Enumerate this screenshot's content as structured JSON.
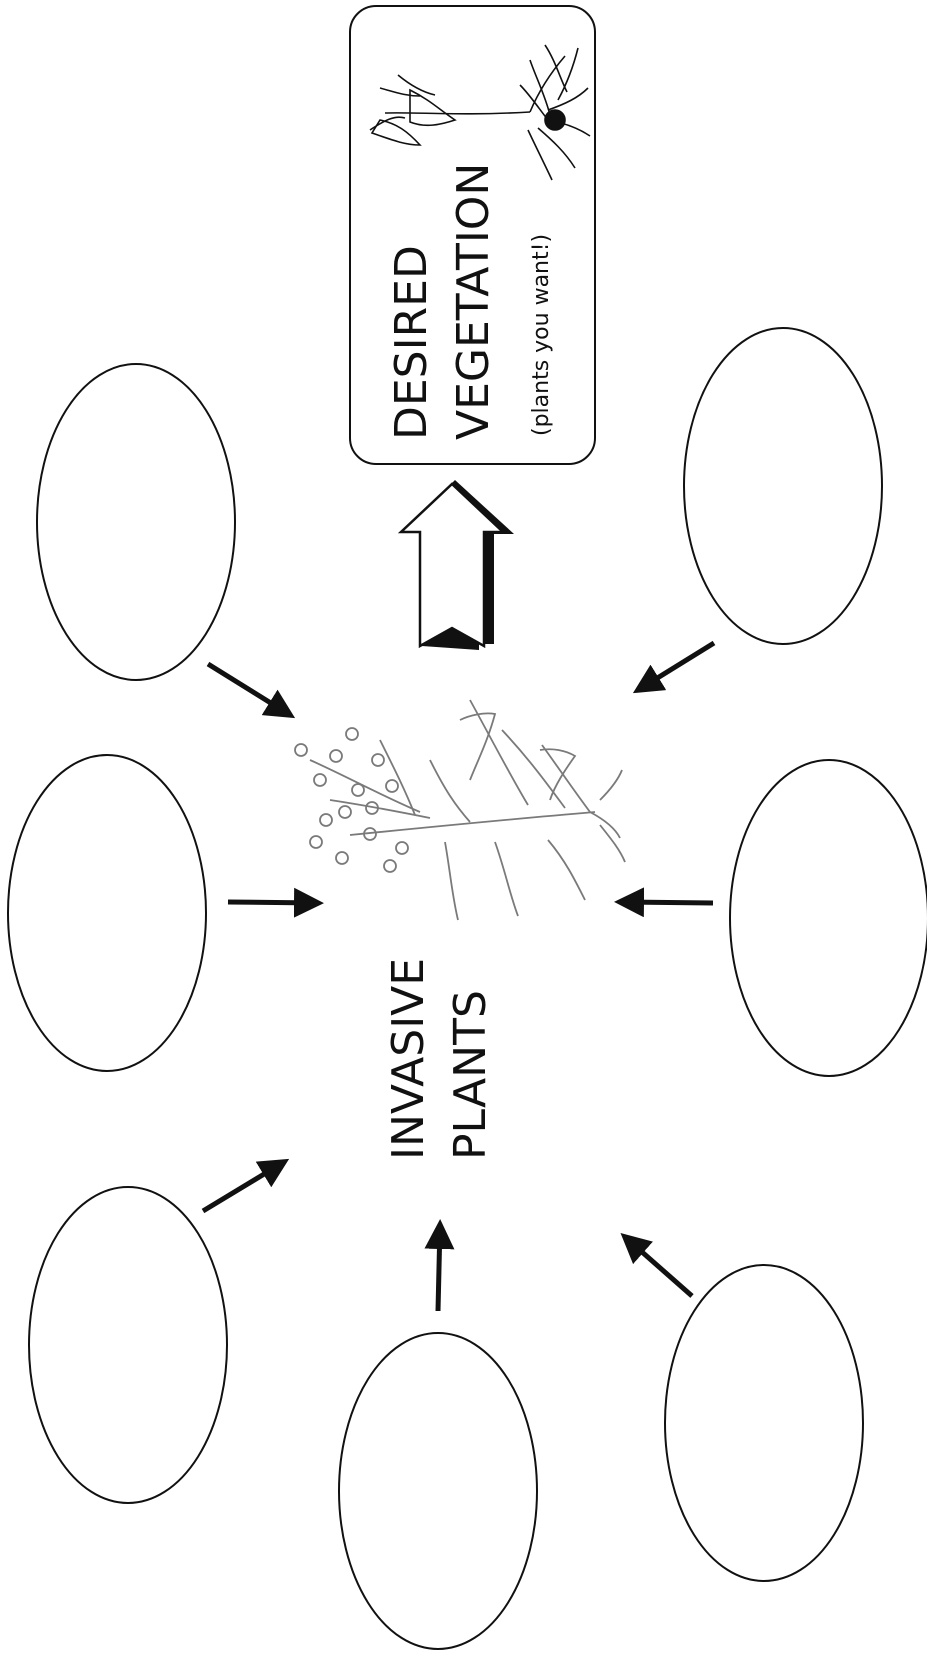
{
  "diagram": {
    "center_label": {
      "line1": "INVASIVE",
      "line2": "PLANTS"
    },
    "target_box": {
      "line1": "DESIRED",
      "line2": "VEGETATION",
      "subtitle": "(plants you want!)"
    },
    "blank_ovals": [
      {
        "id": "oval-1"
      },
      {
        "id": "oval-2"
      },
      {
        "id": "oval-3"
      },
      {
        "id": "oval-4"
      },
      {
        "id": "oval-5"
      },
      {
        "id": "oval-6"
      },
      {
        "id": "oval-7"
      }
    ],
    "icons": {
      "invasive": "invasive-plant-illustration",
      "desired": "desired-plant-illustration",
      "flow": "block-arrow-icon"
    },
    "colors": {
      "ink": "#111111",
      "plant_line": "#7a7a7a",
      "background": "#ffffff"
    }
  }
}
